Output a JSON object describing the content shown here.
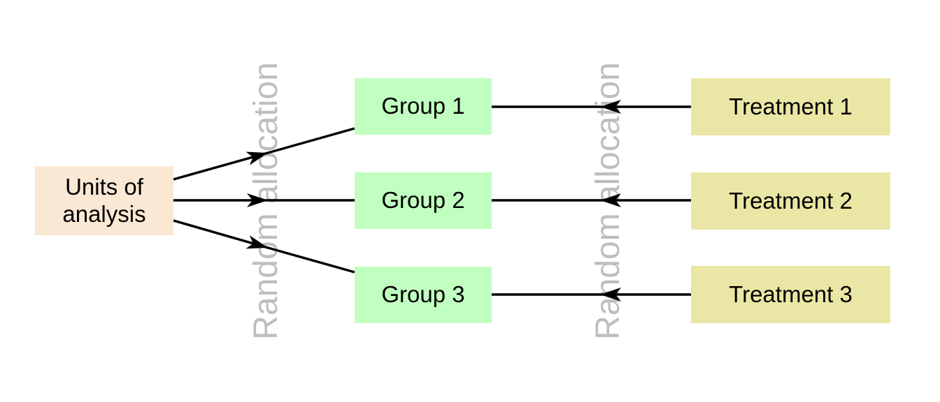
{
  "nodes": {
    "units": {
      "line1": "Units of",
      "line2": "analysis",
      "fill": "#FAE8D4"
    },
    "groups": [
      {
        "label": "Group 1",
        "fill": "#C1FFC1"
      },
      {
        "label": "Group 2",
        "fill": "#C1FFC1"
      },
      {
        "label": "Group 3",
        "fill": "#C1FFC1"
      }
    ],
    "treatments": [
      {
        "label": "Treatment 1",
        "fill": "#EAE6A5"
      },
      {
        "label": "Treatment 2",
        "fill": "#EAE6A5"
      },
      {
        "label": "Treatment 3",
        "fill": "#EAE6A5"
      }
    ]
  },
  "labels": {
    "random_allocation_left": "Random allocation",
    "random_allocation_right": "Random allocation",
    "color": "#BEBEBE"
  },
  "edges": [
    {
      "from": "units-of-analysis",
      "to": "group-1",
      "arrow_points": "right"
    },
    {
      "from": "units-of-analysis",
      "to": "group-2",
      "arrow_points": "right"
    },
    {
      "from": "units-of-analysis",
      "to": "group-3",
      "arrow_points": "right"
    },
    {
      "from": "treatment-1",
      "to": "group-1",
      "arrow_points": "left"
    },
    {
      "from": "treatment-2",
      "to": "group-2",
      "arrow_points": "left"
    },
    {
      "from": "treatment-3",
      "to": "group-3",
      "arrow_points": "left"
    }
  ],
  "colors": {
    "arrow": "#000000",
    "background": "#FFFFFF",
    "text": "#000000"
  }
}
